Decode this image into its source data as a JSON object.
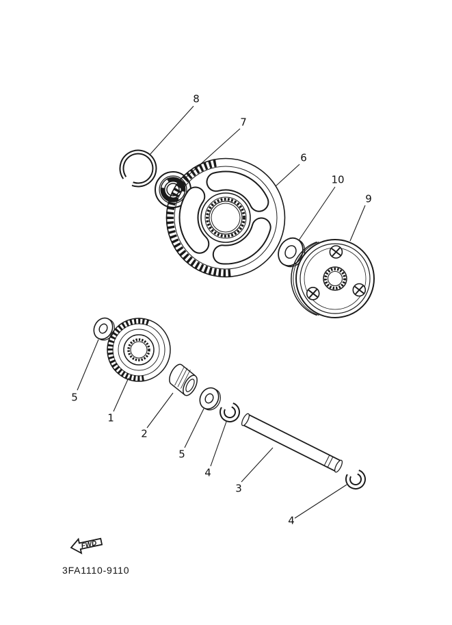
{
  "colors": {
    "ink": "#1a1a1a",
    "background": "#ffffff"
  },
  "diagram": {
    "footer_code": "3FA1110-9110",
    "fwd_label": "FWD",
    "callouts": [
      {
        "label": "8"
      },
      {
        "label": "7"
      },
      {
        "label": "6"
      },
      {
        "label": "10"
      },
      {
        "label": "9"
      },
      {
        "label": "5"
      },
      {
        "label": "1"
      },
      {
        "label": "2"
      },
      {
        "label": "5"
      },
      {
        "label": "4"
      },
      {
        "label": "3"
      },
      {
        "label": "4"
      }
    ]
  }
}
